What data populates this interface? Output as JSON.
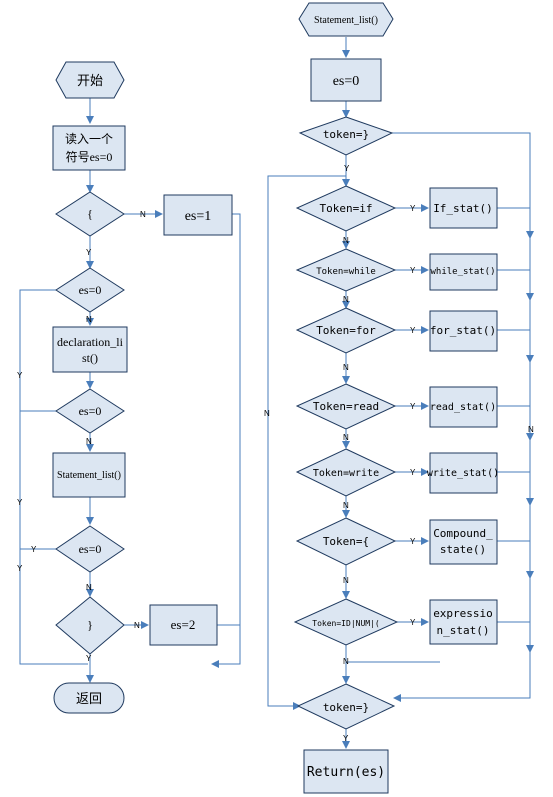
{
  "colors": {
    "fill": "#dce6f2",
    "stroke": "#1f3a5f",
    "line": "#4a7ebb"
  },
  "left": {
    "start": "开始",
    "read_line1": "读入一个",
    "read_line2": "符号es=0",
    "brace_open": "{",
    "es1": "es=1",
    "es0_a": "es=0",
    "decl_line1": "declaration_li",
    "decl_line2": "st()",
    "es0_b": "es=0",
    "stmt_list": "Statement_list()",
    "es0_c": "es=0",
    "brace_close": "}",
    "es2": "es=2",
    "return": "返回"
  },
  "right": {
    "entry": "Statement_list()",
    "es0": "es=0",
    "tok_close_top": "token=}",
    "if_cond": "Token=if",
    "if_stat": "If_stat()",
    "while_cond": "Token=while",
    "while_stat": "while_stat()",
    "for_cond": "Token=for",
    "for_stat": "for_stat()",
    "read_cond": "Token=read",
    "read_stat": "read_stat()",
    "write_cond": "Token=write",
    "write_stat": "write_stat()",
    "lbrace_cond": "Token={",
    "compound_line1": "Compound_",
    "compound_line2": "state()",
    "id_cond": "Token=ID|NUM|(",
    "expr_line1": "expressio",
    "expr_line2": "n_stat()",
    "tok_close_bottom": "token=}",
    "return": "Return(es)"
  },
  "labels": {
    "yes": "Y",
    "no": "N"
  }
}
